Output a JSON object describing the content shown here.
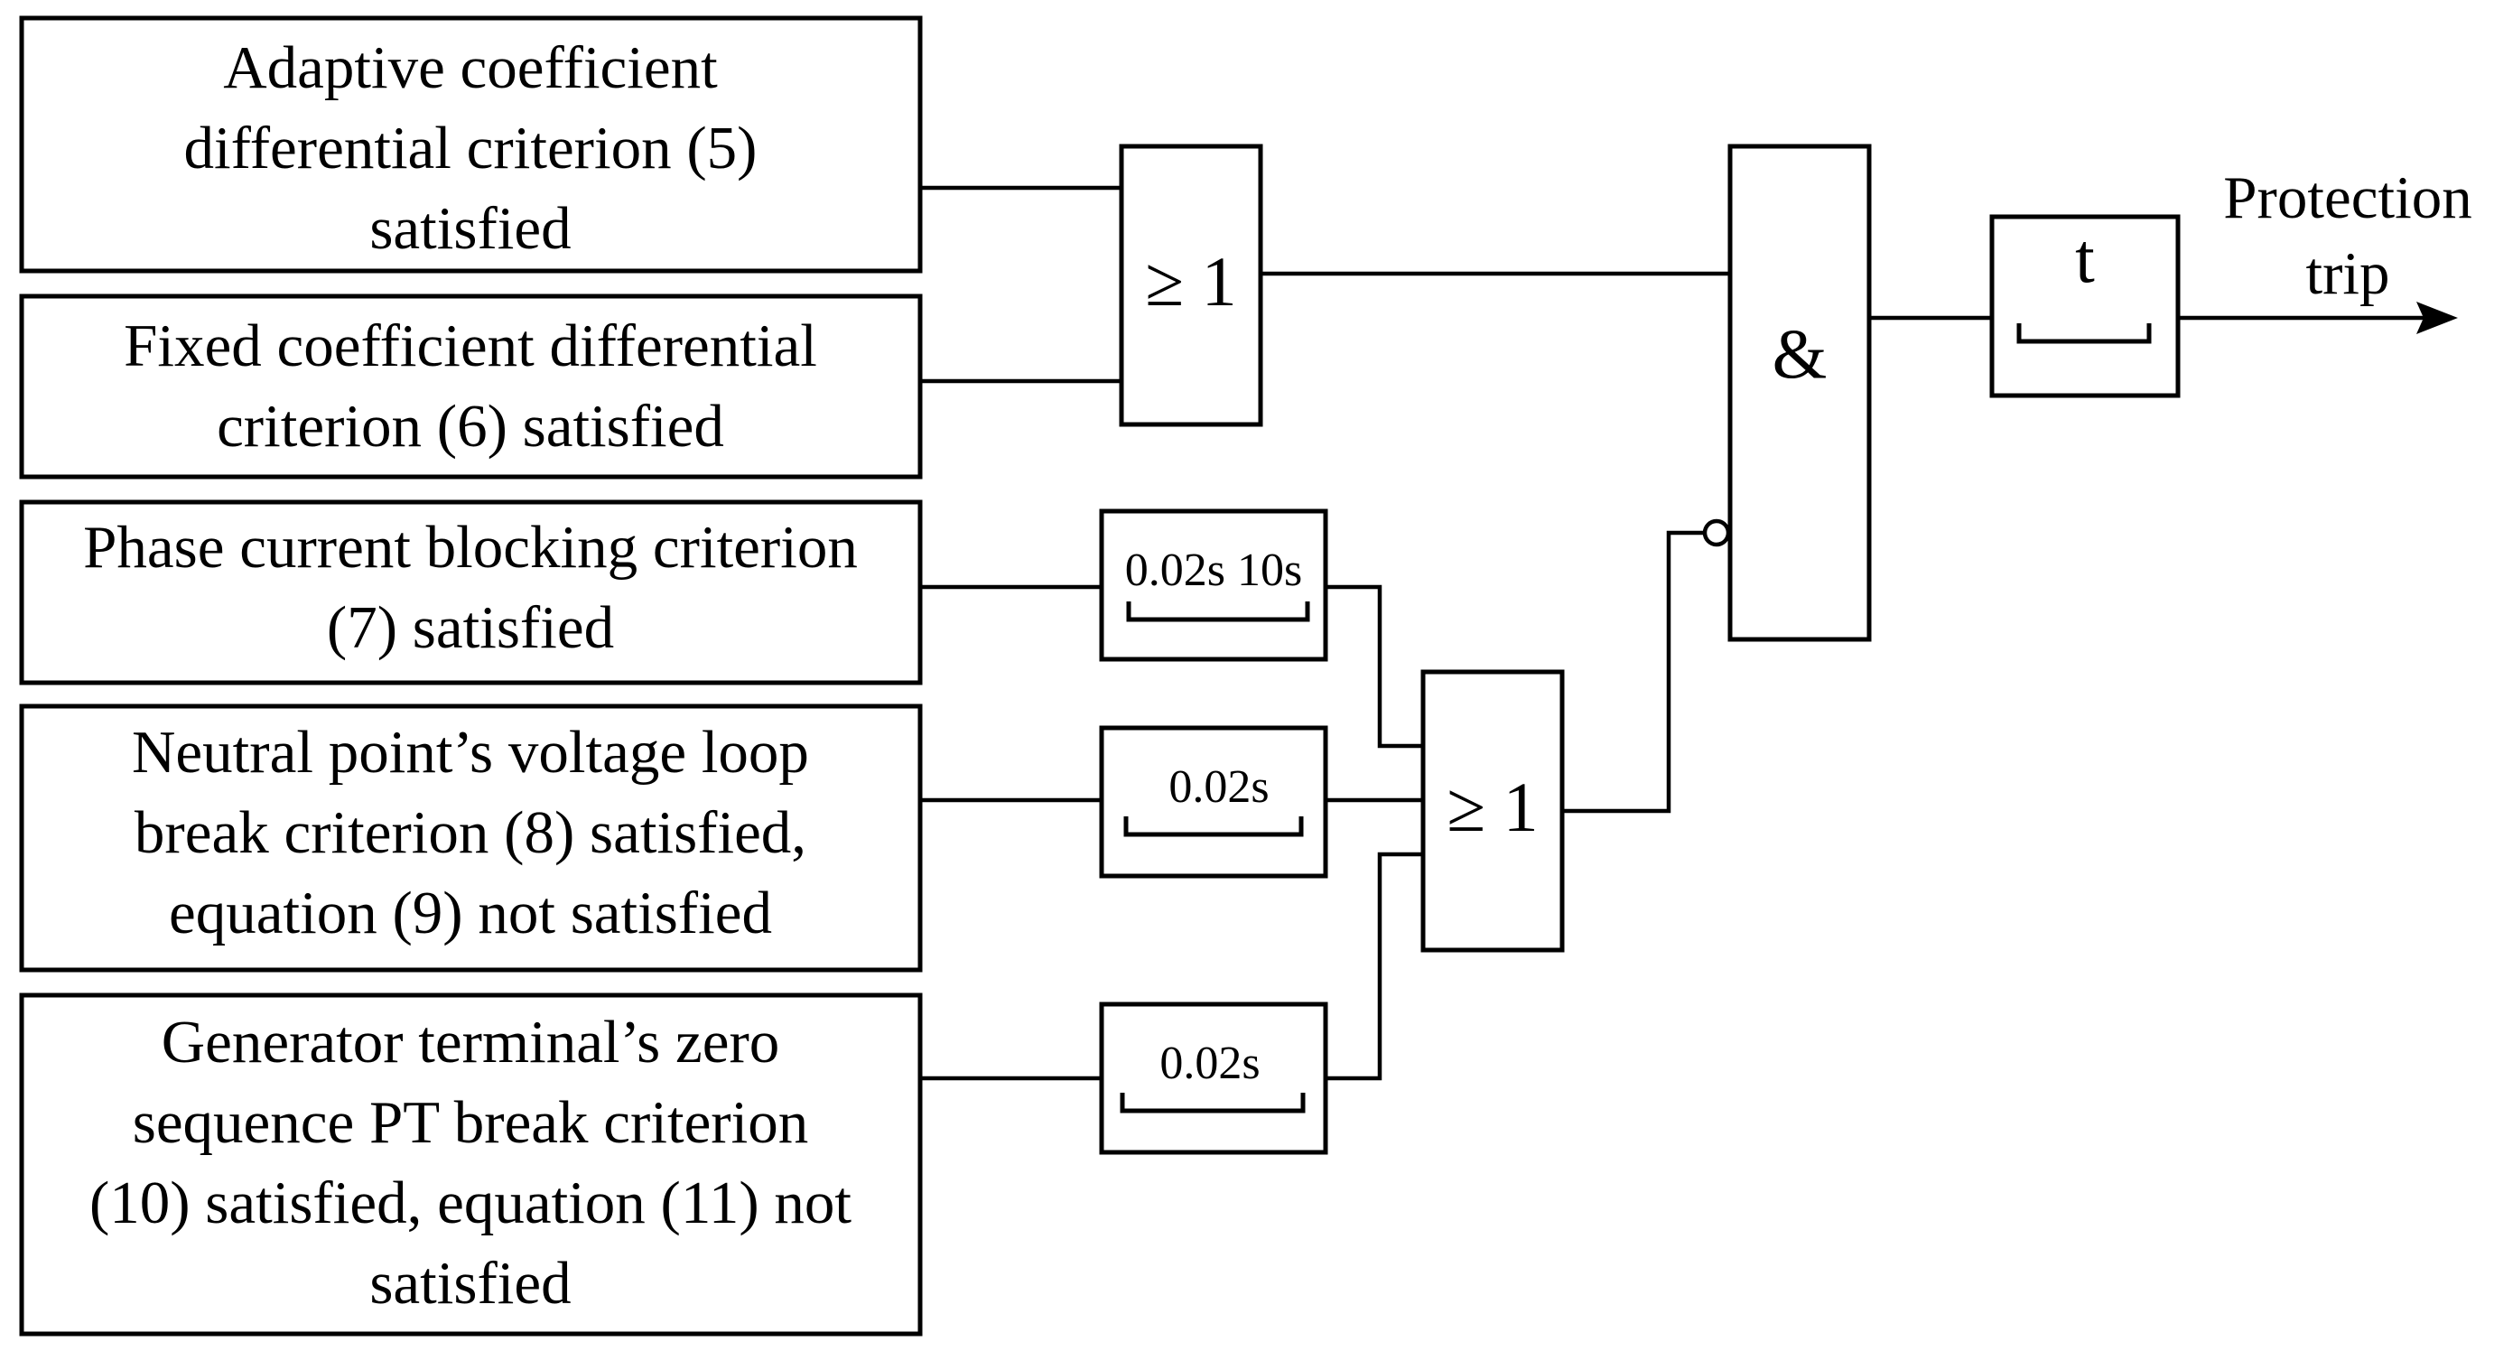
{
  "inputs": [
    {
      "lines": [
        "Adaptive coefficient",
        "differential criterion (5)",
        "satisfied"
      ]
    },
    {
      "lines": [
        "Fixed coefficient differential",
        "criterion (6) satisfied"
      ]
    },
    {
      "lines": [
        "Phase current blocking criterion",
        "(7) satisfied"
      ]
    },
    {
      "lines": [
        "Neutral point’s voltage loop",
        "break criterion (8) satisfied,",
        "equation (9) not satisfied"
      ]
    },
    {
      "lines": [
        "Generator terminal’s zero",
        "sequence PT break criterion",
        "(10) satisfied,  equation (11) not",
        "satisfied"
      ]
    }
  ],
  "gates": {
    "or_upper": "≥ 1",
    "or_lower": "≥ 1",
    "and": "&"
  },
  "timers": {
    "phase_current": {
      "pickup": "0.02s",
      "dropout": "10s"
    },
    "neutral_voltage": {
      "label": "0.02s"
    },
    "zero_sequence": {
      "label": "0.02s"
    },
    "output": {
      "label": "t"
    }
  },
  "output": {
    "lines": [
      "Protection",
      "trip"
    ]
  }
}
